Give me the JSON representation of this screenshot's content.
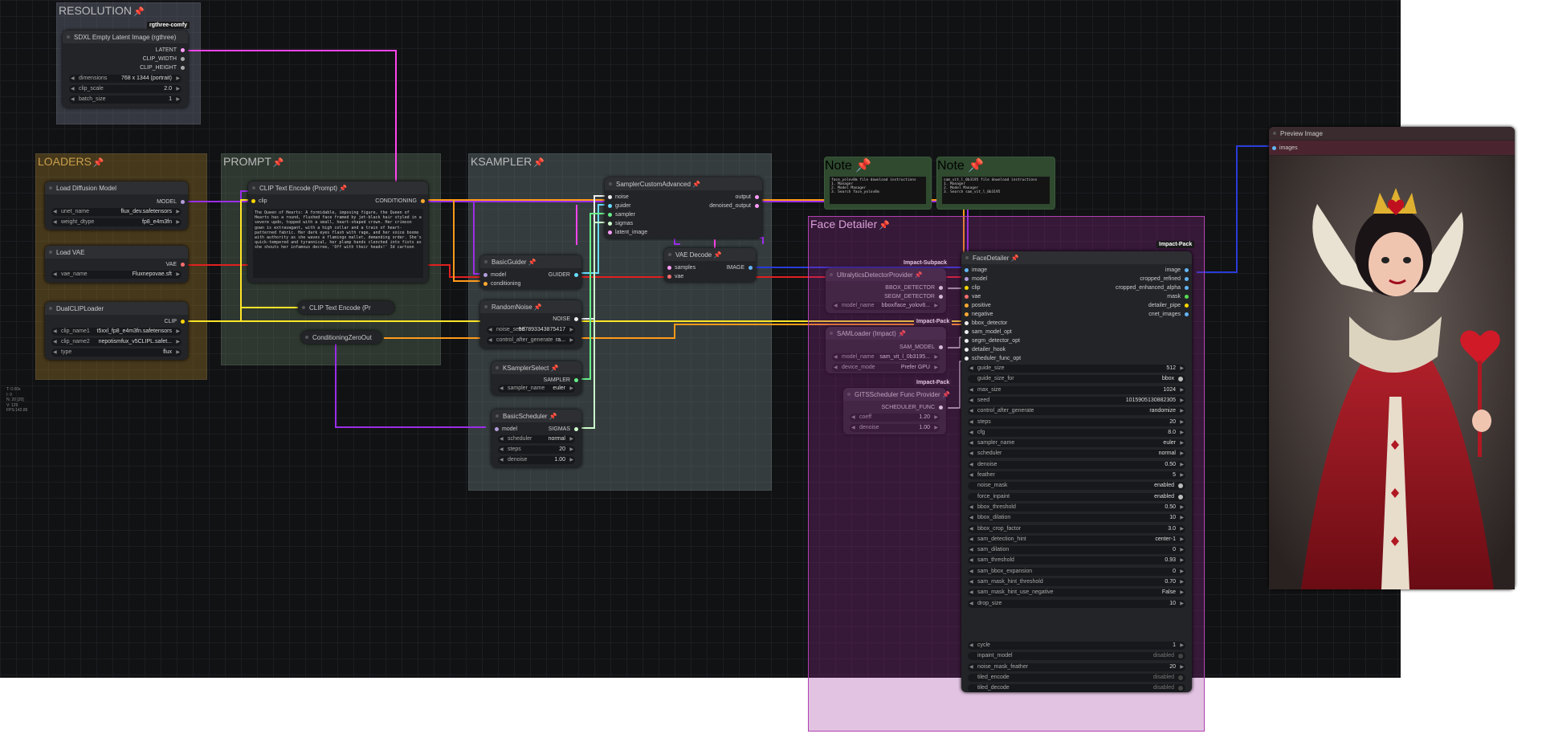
{
  "stats": [
    "T: 0.00s",
    "I: 0",
    "N: 20 [20]",
    "V: 129",
    "FPS:142.86"
  ],
  "groups": {
    "resolution": "RESOLUTION",
    "loaders": "LOADERS",
    "prompt": "PROMPT",
    "ksampler": "KSAMPLER",
    "face_detailer": "Face Detailer"
  },
  "colors": {
    "model": "#b39ddb",
    "clip": "#ffd500",
    "vae": "#ff6e6e",
    "latent": "#ff9cf9",
    "conditioning": "#ffa931",
    "image": "#64b5f6",
    "sigmas": "#cdffcd"
  },
  "sdxl": {
    "badge": "rgthree-comfy",
    "title": "SDXL Empty Latent Image (rgthree)",
    "out1": "LATENT",
    "out2": "CLIP_WIDTH",
    "out3": "CLIP_HEIGHT",
    "w1l": "dimensions",
    "w1v": "768 x 1344  (portrait)",
    "w2l": "clip_scale",
    "w2v": "2.0",
    "w3l": "batch_size",
    "w3v": "1"
  },
  "load_model": {
    "title": "Load Diffusion Model",
    "out": "MODEL",
    "w1l": "unet_name",
    "w1v": "flux_dev.safetensors",
    "w2l": "weight_dtype",
    "w2v": "fp8_e4m3fn"
  },
  "load_vae": {
    "title": "Load VAE",
    "out": "VAE",
    "w1l": "vae_name",
    "w1v": "Fluxnepovae.sft"
  },
  "dualclip": {
    "title": "DualCLIPLoader",
    "out": "CLIP",
    "w1l": "clip_name1",
    "w1v": "t5xxl_fp8_e4m3fn.safetensors",
    "w2l": "clip_name2",
    "w2v": "nepotismfux_v5CLIPL.safet...",
    "w3l": "type",
    "w3v": "flux"
  },
  "clip_text": {
    "title": "CLIP Text Encode (Prompt)",
    "in": "clip",
    "out": "CONDITIONING",
    "text": "The Queen of Hearts: A formidable, imposing figure, the Queen of Hearts has a round, flushed face framed by jet-black hair styled in a severe updo, topped with a small, heart-shaped crown. Her crimson gown is extravagant, with a high collar and a train of heart-patterned fabric. Her dark eyes flash with rage, and her voice booms with authority as she waves a flamingo mallet, demanding order. She's quick-tempered and tyrannical, her plump hands clenched into fists as she shouts her infamous decree, 'Off with their heads!' 3d cartoon"
  },
  "clip_text2": {
    "title": "CLIP Text Encode (Pr"
  },
  "cond_zero": {
    "title": "ConditioningZeroOut"
  },
  "sampler_adv": {
    "title": "SamplerCustomAdvanced",
    "i1": "noise",
    "i2": "guider",
    "i3": "sampler",
    "i4": "sigmas",
    "i5": "latent_image",
    "o1": "output",
    "o2": "denoised_output"
  },
  "basic_guider": {
    "title": "BasicGuider",
    "i1": "model",
    "i2": "conditioning",
    "out": "GUIDER"
  },
  "vae_decode": {
    "title": "VAE Decode",
    "i1": "samples",
    "i2": "vae",
    "out": "IMAGE"
  },
  "random_noise": {
    "title": "RandomNoise",
    "out": "NOISE",
    "w1l": "noise_seed",
    "w1v": "587893343875417",
    "w2l": "control_after_generate",
    "w2v": "ra..."
  },
  "ksampler_select": {
    "title": "KSamplerSelect",
    "out": "SAMPLER",
    "w1l": "sampler_name",
    "w1v": "euler"
  },
  "basic_scheduler": {
    "title": "BasicScheduler",
    "in": "model",
    "out": "SIGMAS",
    "w1l": "scheduler",
    "w1v": "normal",
    "w2l": "steps",
    "w2v": "20",
    "w3l": "denoise",
    "w3v": "1.00"
  },
  "notes": [
    {
      "title": "Note",
      "text": "face_yolov8m file download instructions\n1. Manager\n2. Model Manager\n3. Search face_yolov8m"
    },
    {
      "title": "Note",
      "text": "sam_vit_l_0b3195 file download instructions\n1. Manager\n2. Model Manager\n3. Search sam_vit_l_0b3195"
    }
  ],
  "ultralytics": {
    "badge": "Impact-Subpack",
    "title": "UltralyticsDetectorProvider",
    "o1": "BBOX_DETECTOR",
    "o2": "SEGM_DETECTOR",
    "w1l": "model_name",
    "w1v": "bbox/face_yolov8..."
  },
  "samloader": {
    "badge": "Impact-Pack",
    "title": "SAMLoader (Impact)",
    "out": "SAM_MODEL",
    "w1l": "model_name",
    "w1v": "sam_vit_l_0b3195...",
    "w2l": "device_mode",
    "w2v": "Prefer GPU"
  },
  "gits": {
    "badge": "Impact-Pack",
    "title": "GITSScheduler Func Provider",
    "out": "SCHEDULER_FUNC",
    "w1l": "coeff",
    "w1v": "1.20",
    "w2l": "denoise",
    "w2v": "1.00"
  },
  "face_detailer": {
    "badge": "Impact-Pack",
    "title": "FaceDetailer",
    "inputs": [
      "image",
      "model",
      "clip",
      "vae",
      "positive",
      "negative",
      "bbox_detector",
      "sam_model_opt",
      "segm_detector_opt",
      "detailer_hook",
      "scheduler_func_opt"
    ],
    "outputs": [
      "image",
      "cropped_refined",
      "cropped_enhanced_alpha",
      "mask",
      "detailer_pipe",
      "cnet_images"
    ],
    "widgets": [
      {
        "l": "guide_size",
        "v": "512"
      },
      {
        "l": "guide_size_for",
        "v": "bbox",
        "t": "on"
      },
      {
        "l": "max_size",
        "v": "1024"
      },
      {
        "l": "seed",
        "v": "1015905130882305"
      },
      {
        "l": "control_after_generate",
        "v": "randomize"
      },
      {
        "l": "steps",
        "v": "20"
      },
      {
        "l": "cfg",
        "v": "8.0"
      },
      {
        "l": "sampler_name",
        "v": "euler"
      },
      {
        "l": "scheduler",
        "v": "normal"
      },
      {
        "l": "denoise",
        "v": "0.50"
      },
      {
        "l": "feather",
        "v": "5"
      },
      {
        "l": "noise_mask",
        "v": "enabled",
        "t": "on"
      },
      {
        "l": "force_inpaint",
        "v": "enabled",
        "t": "on"
      },
      {
        "l": "bbox_threshold",
        "v": "0.50"
      },
      {
        "l": "bbox_dilation",
        "v": "10"
      },
      {
        "l": "bbox_crop_factor",
        "v": "3.0"
      },
      {
        "l": "sam_detection_hint",
        "v": "center-1"
      },
      {
        "l": "sam_dilation",
        "v": "0"
      },
      {
        "l": "sam_threshold",
        "v": "0.93"
      },
      {
        "l": "sam_bbox_expansion",
        "v": "0"
      },
      {
        "l": "sam_mask_hint_threshold",
        "v": "0.70"
      },
      {
        "l": "sam_mask_hint_use_negative",
        "v": "False"
      },
      {
        "l": "drop_size",
        "v": "10"
      }
    ],
    "widgets2": [
      {
        "l": "cycle",
        "v": "1"
      },
      {
        "l": "inpaint_model",
        "v": "disabled",
        "t": "off"
      },
      {
        "l": "noise_mask_feather",
        "v": "20"
      },
      {
        "l": "tiled_encode",
        "v": "disabled",
        "t": "off"
      },
      {
        "l": "tiled_decode",
        "v": "disabled",
        "t": "off"
      }
    ]
  },
  "preview": {
    "title": "Preview Image",
    "in": "images"
  }
}
